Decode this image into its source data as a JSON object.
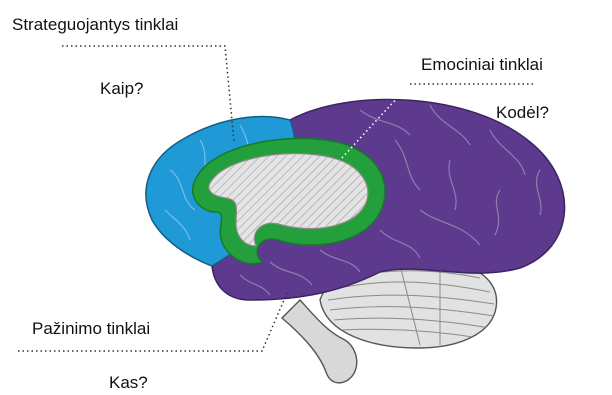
{
  "networks": {
    "strategic": {
      "label": "Strateguojantys tinklai",
      "question": "Kaip?",
      "color": "#1f9ad6"
    },
    "emotional": {
      "label": "Emociniai tinklai",
      "question": "Kodėl?",
      "color": "#5e3a8e"
    },
    "recognition": {
      "label": "Pažinimo tinklai",
      "question": "Kas?",
      "color": "#5e3a8e"
    },
    "limbic": {
      "color": "#23a03b"
    }
  }
}
